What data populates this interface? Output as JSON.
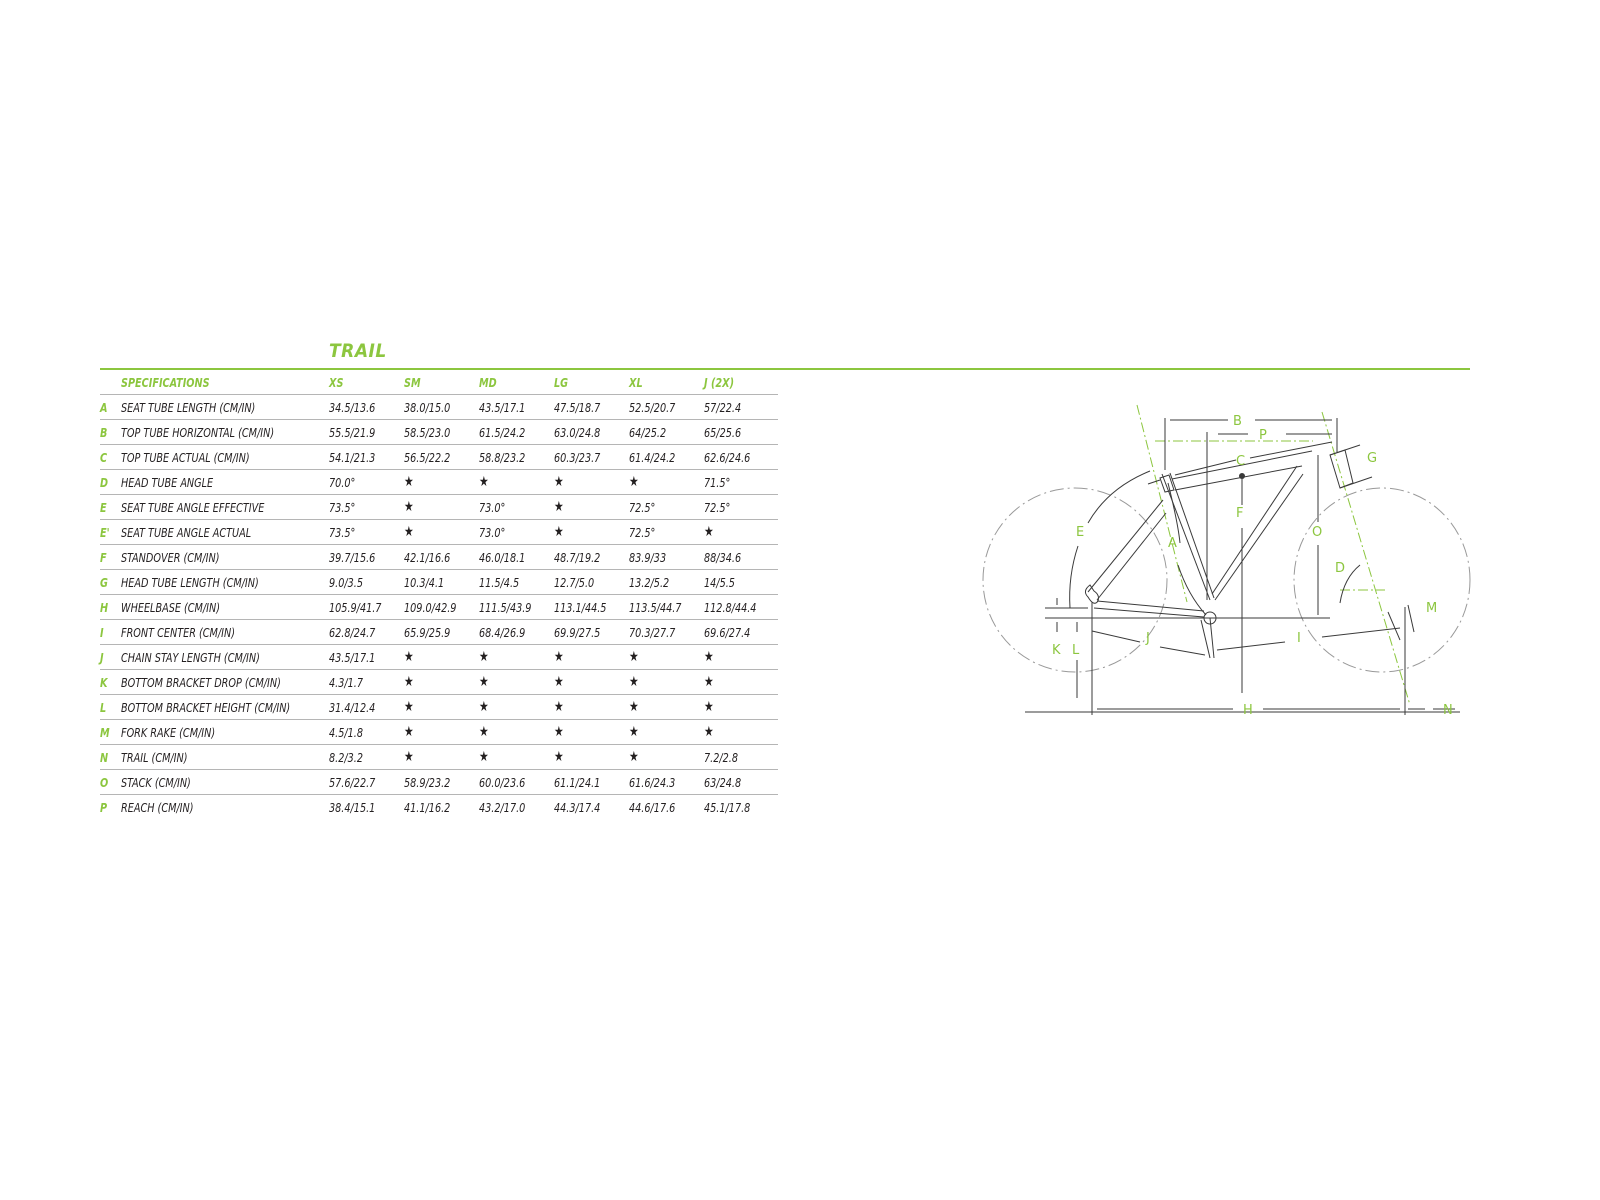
{
  "model": {
    "title": "TRAIL"
  },
  "table": {
    "header": {
      "label": "SPECIFICATIONS",
      "sizes": [
        "XS",
        "SM",
        "MD",
        "LG",
        "XL",
        "J (2X)"
      ]
    },
    "rows": [
      {
        "letter": "A",
        "name": "SEAT TUBE LENGTH (CM/IN)",
        "values": [
          "34.5/13.6",
          "38.0/15.0",
          "43.5/17.1",
          "47.5/18.7",
          "52.5/20.7",
          "57/22.4"
        ]
      },
      {
        "letter": "B",
        "name": "TOP TUBE HORIZONTAL (CM/IN)",
        "values": [
          "55.5/21.9",
          "58.5/23.0",
          "61.5/24.2",
          "63.0/24.8",
          "64/25.2",
          "65/25.6"
        ]
      },
      {
        "letter": "C",
        "name": "TOP TUBE ACTUAL (CM/IN)",
        "values": [
          "54.1/21.3",
          "56.5/22.2",
          "58.8/23.2",
          "60.3/23.7",
          "61.4/24.2",
          "62.6/24.6"
        ]
      },
      {
        "letter": "D",
        "name": "HEAD TUBE ANGLE",
        "values": [
          "70.0°",
          "★",
          "★",
          "★",
          "★",
          "71.5°"
        ]
      },
      {
        "letter": "E",
        "name": "SEAT TUBE ANGLE EFFECTIVE",
        "values": [
          "73.5°",
          "★",
          "73.0°",
          "★",
          "72.5°",
          "72.5°"
        ]
      },
      {
        "letter": "E'",
        "name": "SEAT TUBE ANGLE ACTUAL",
        "values": [
          "73.5°",
          "★",
          "73.0°",
          "★",
          "72.5°",
          "★"
        ]
      },
      {
        "letter": "F",
        "name": "STANDOVER (CM/IN)",
        "values": [
          "39.7/15.6",
          "42.1/16.6",
          "46.0/18.1",
          "48.7/19.2",
          "83.9/33",
          "88/34.6"
        ]
      },
      {
        "letter": "G",
        "name": "HEAD TUBE LENGTH (CM/IN)",
        "values": [
          "9.0/3.5",
          "10.3/4.1",
          "11.5/4.5",
          "12.7/5.0",
          "13.2/5.2",
          "14/5.5"
        ]
      },
      {
        "letter": "H",
        "name": "WHEELBASE (CM/IN)",
        "values": [
          "105.9/41.7",
          "109.0/42.9",
          "111.5/43.9",
          "113.1/44.5",
          "113.5/44.7",
          "112.8/44.4"
        ]
      },
      {
        "letter": "I",
        "name": "FRONT CENTER (CM/IN)",
        "values": [
          "62.8/24.7",
          "65.9/25.9",
          "68.4/26.9",
          "69.9/27.5",
          "70.3/27.7",
          "69.6/27.4"
        ]
      },
      {
        "letter": "J",
        "name": "CHAIN STAY LENGTH (CM/IN)",
        "values": [
          "43.5/17.1",
          "★",
          "★",
          "★",
          "★",
          "★"
        ]
      },
      {
        "letter": "K",
        "name": "BOTTOM BRACKET DROP (CM/IN)",
        "values": [
          "4.3/1.7",
          "★",
          "★",
          "★",
          "★",
          "★"
        ]
      },
      {
        "letter": "L",
        "name": "BOTTOM BRACKET HEIGHT (CM/IN)",
        "values": [
          "31.4/12.4",
          "★",
          "★",
          "★",
          "★",
          "★"
        ]
      },
      {
        "letter": "M",
        "name": "FORK RAKE (CM/IN)",
        "values": [
          "4.5/1.8",
          "★",
          "★",
          "★",
          "★",
          "★"
        ]
      },
      {
        "letter": "N",
        "name": "TRAIL (CM/IN)",
        "values": [
          "8.2/3.2",
          "★",
          "★",
          "★",
          "★",
          "7.2/2.8"
        ]
      },
      {
        "letter": "O",
        "name": "STACK (CM/IN)",
        "values": [
          "57.6/22.7",
          "58.9/23.2",
          "60.0/23.6",
          "61.1/24.1",
          "61.6/24.3",
          "63/24.8"
        ]
      },
      {
        "letter": "P",
        "name": "REACH (CM/IN)",
        "values": [
          "38.4/15.1",
          "41.1/16.2",
          "43.2/17.0",
          "44.3/17.4",
          "44.6/17.6",
          "45.1/17.8"
        ]
      }
    ]
  },
  "diagram": {
    "labels": [
      "A",
      "B",
      "C",
      "D",
      "E",
      "F",
      "G",
      "H",
      "I",
      "J",
      "K",
      "L",
      "M",
      "N",
      "O",
      "P"
    ]
  },
  "colors": {
    "accent": "#8cc63f",
    "rule": "#b5b5b5",
    "text": "#231f20"
  }
}
